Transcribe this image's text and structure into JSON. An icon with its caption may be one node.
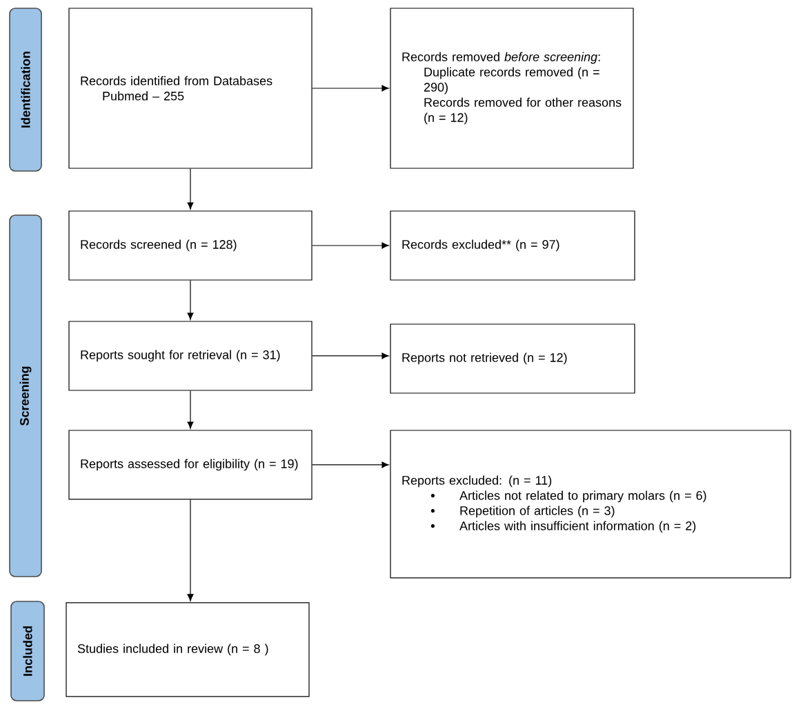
{
  "diagram": {
    "nodes": [
      {
        "text": [
          "Identification"
        ]
      },
      {
        "text": [
          "Records identified from Databases",
          "Pubmed – 255"
        ]
      },
      {
        "text": [
          "Records removed *before screening*:",
          "Duplicate records removed (n = 290)",
          "Records removed for other reasons (n = 12)"
        ]
      },
      {
        "text": [
          "Screening"
        ]
      },
      {
        "text": [
          "Records screened (n = 128)"
        ]
      },
      {
        "text": [
          "Records excluded** (n = 97)"
        ]
      },
      {
        "text": [
          "Reports sought for retrieval (n = 31)"
        ]
      },
      {
        "text": [
          "Reports not retrieved (n = 12)"
        ]
      },
      {
        "text": [
          "Reports assessed for eligibility (n = 19)"
        ]
      },
      {
        "text": [
          "Reports excluded: (n = 11)",
          "Articles not related to primary molars (n = 6)",
          "Repetition of articles (n = 3)",
          "Articles with insufficient information (n = 2)"
        ]
      },
      {
        "text": [
          "Included"
        ]
      },
      {
        "text": [
          "Studies included in review (n = 8 )"
        ]
      }
    ],
    "edges": [
      {
        "from": 1,
        "to": 2,
        "arrow": "to"
      },
      {
        "from": 1,
        "to": 4,
        "arrow": "to"
      },
      {
        "from": 4,
        "to": 5,
        "arrow": "to"
      },
      {
        "from": 4,
        "to": 6,
        "arrow": "to"
      },
      {
        "from": 6,
        "to": 7,
        "arrow": "to"
      },
      {
        "from": 6,
        "to": 8,
        "arrow": "to"
      },
      {
        "from": 8,
        "to": 9,
        "arrow": "to"
      },
      {
        "from": 8,
        "to": 11,
        "arrow": "to"
      }
    ]
  }
}
